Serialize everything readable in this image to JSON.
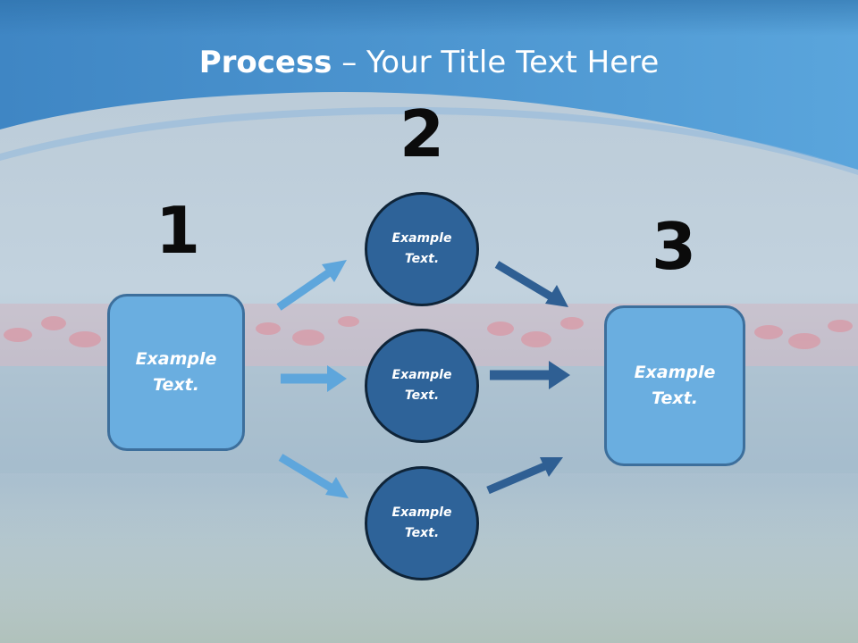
{
  "title": {
    "bold": "Process",
    "rest": " – Your Title Text Here"
  },
  "steps": [
    {
      "number": "1",
      "text_line1": "Example",
      "text_line2": "Text."
    },
    {
      "number": "2",
      "circles": [
        {
          "text_line1": "Example",
          "text_line2": "Text."
        },
        {
          "text_line1": "Example",
          "text_line2": "Text."
        },
        {
          "text_line1": "Example",
          "text_line2": "Text."
        }
      ]
    },
    {
      "number": "3",
      "text_line1": "Example",
      "text_line2": "Text."
    }
  ],
  "colors": {
    "header": "#4a90c8",
    "box_fill": "#6aaee0",
    "circle_fill": "#2e6399",
    "arrow_light": "#5ea6dc",
    "arrow_dark": "#2f5f93"
  }
}
